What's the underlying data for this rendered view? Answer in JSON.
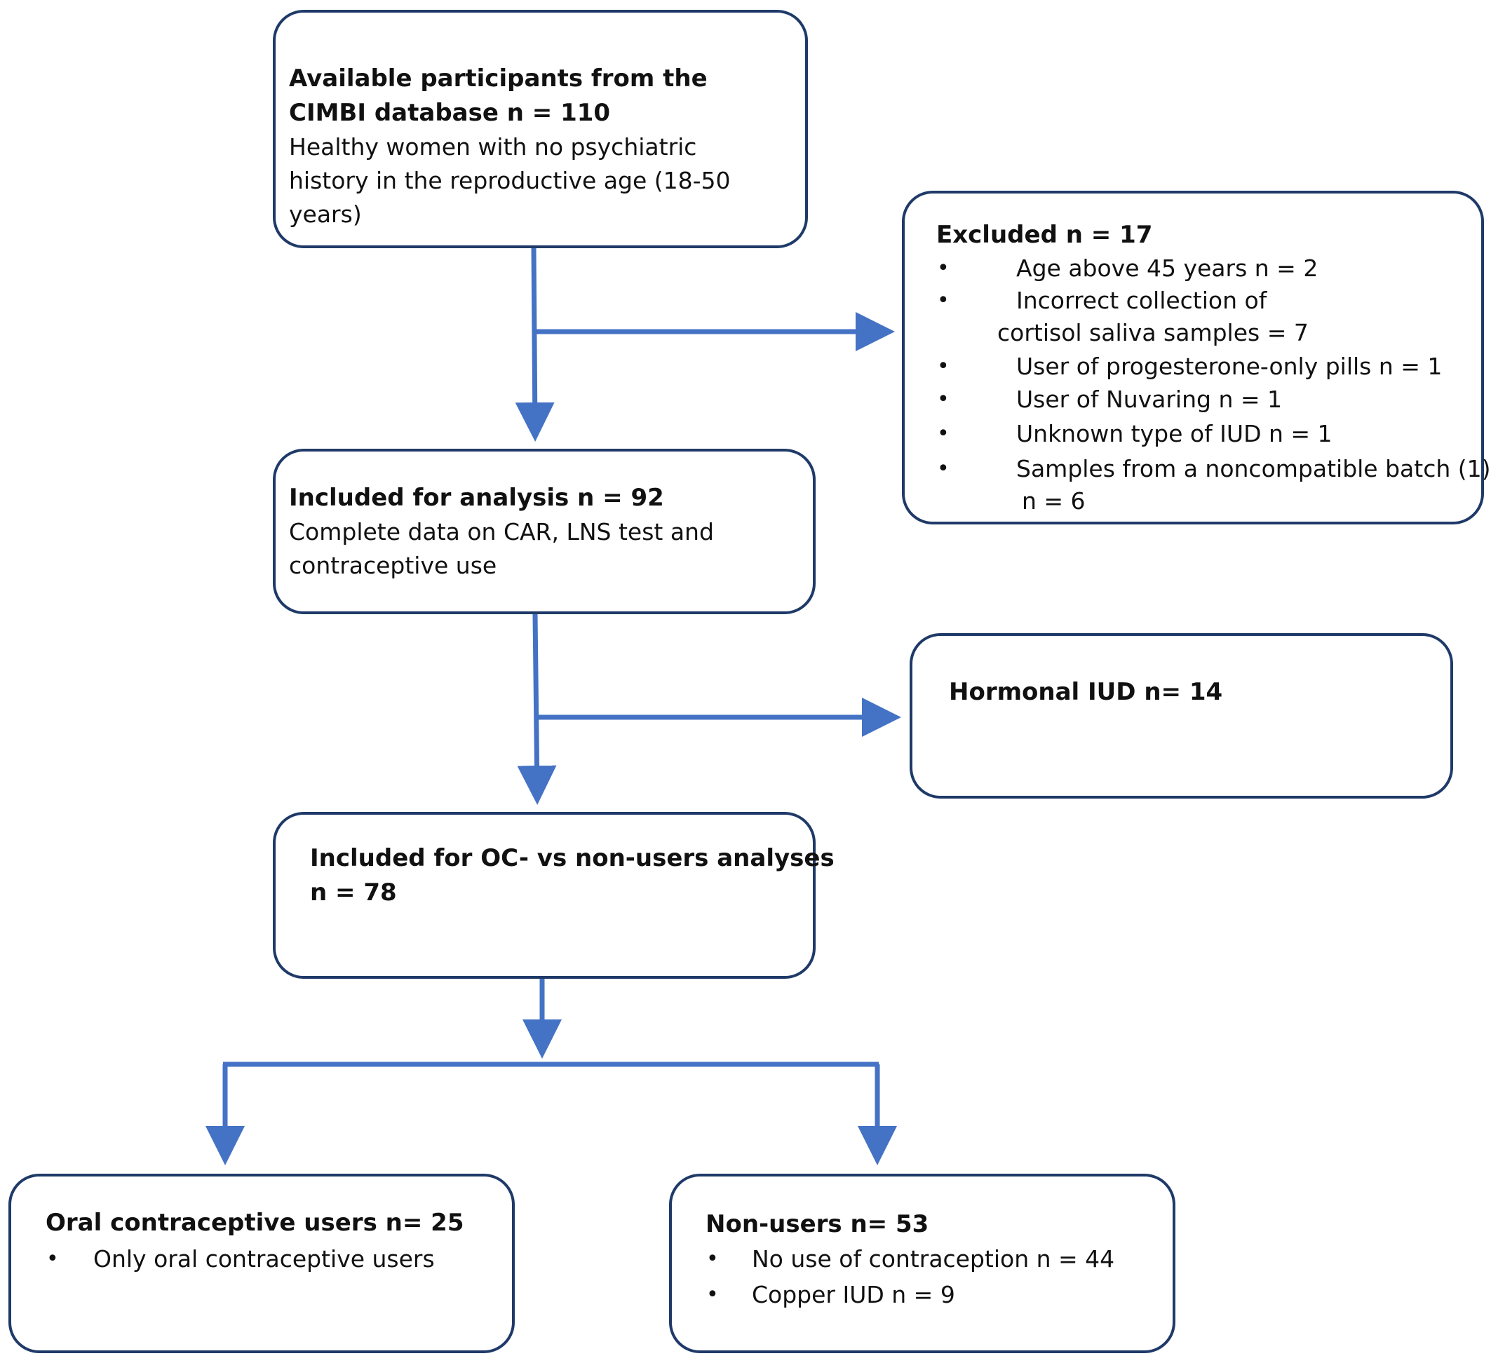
{
  "boxes": {
    "available": {
      "title_line1": "Available participants from the",
      "title_line2": "CIMBI database n = 110",
      "desc_line1": "Healthy women with no psychiatric",
      "desc_line2": "history in the reproductive age (18-50 years)"
    },
    "excluded": {
      "title": "Excluded n = 17",
      "items": [
        {
          "line1": "Age above 45 years n = 2"
        },
        {
          "line1": "Incorrect collection of",
          "line2": "cortisol saliva samples = 7"
        },
        {
          "line1": "User of progesterone-only pills n = 1"
        },
        {
          "line1": "User of Nuvaring n = 1"
        },
        {
          "line1": "Unknown type of IUD n = 1"
        },
        {
          "line1": "Samples from a noncompatible batch (1)",
          "line2": "n = 6"
        }
      ]
    },
    "included": {
      "title": "Included for analysis n = 92",
      "desc_line1": "Complete data on CAR, LNS test and",
      "desc_line2": "contraceptive use"
    },
    "hormonal": {
      "title": "Hormonal IUD n= 14"
    },
    "oc_vs_non": {
      "title_line1": "Included for OC- vs non-users analyses",
      "title_line2": "n = 78"
    },
    "oral": {
      "title": "Oral contraceptive users n= 25",
      "items": [
        "Only oral contraceptive users"
      ]
    },
    "nonusers": {
      "title": "Non-users n= 53",
      "items": [
        "No use of contraception n = 44",
        "Copper IUD n = 9"
      ]
    }
  },
  "bullet_symbol": "•",
  "colors": {
    "box_border": "#1f3a68",
    "arrow": "#4472c4"
  }
}
